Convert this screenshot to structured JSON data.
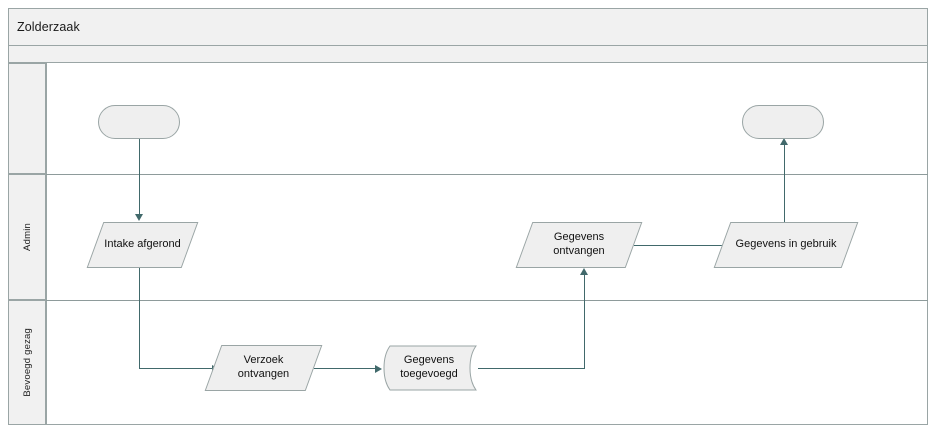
{
  "pool": {
    "title": "Zolderzaak",
    "subbar_label": ""
  },
  "lanes": [
    {
      "id": "lane-top",
      "label": ""
    },
    {
      "id": "lane-admin",
      "label": "Admin"
    },
    {
      "id": "lane-bevoegd",
      "label": "Bevoegd gezag"
    }
  ],
  "nodes": [
    {
      "id": "start-event",
      "label": "",
      "type": "event",
      "lane": "lane-top"
    },
    {
      "id": "end-event",
      "label": "",
      "type": "event",
      "lane": "lane-top"
    },
    {
      "id": "intake-afgerond",
      "label": "Intake afgerond",
      "type": "parallelogram",
      "lane": "lane-admin"
    },
    {
      "id": "gegevens-ontvangen",
      "label": "Gegevens ontvangen",
      "type": "parallelogram",
      "lane": "lane-admin"
    },
    {
      "id": "gegevens-in-gebruik",
      "label": "Gegevens in gebruik",
      "type": "parallelogram",
      "lane": "lane-admin"
    },
    {
      "id": "verzoek-ontvangen",
      "label": "Verzoek ontvangen",
      "type": "parallelogram",
      "lane": "lane-bevoegd"
    },
    {
      "id": "gegevens-toegevoegd",
      "label": "Gegevens toegevoegd",
      "type": "wavy",
      "lane": "lane-bevoegd"
    }
  ],
  "flows": [
    {
      "from": "start-event",
      "to": "intake-afgerond"
    },
    {
      "from": "intake-afgerond",
      "to": "verzoek-ontvangen"
    },
    {
      "from": "verzoek-ontvangen",
      "to": "gegevens-toegevoegd"
    },
    {
      "from": "gegevens-toegevoegd",
      "to": "gegevens-ontvangen"
    },
    {
      "from": "gegevens-ontvangen",
      "to": "gegevens-in-gebruik"
    },
    {
      "from": "gegevens-in-gebruik",
      "to": "end-event"
    }
  ],
  "colors": {
    "pool_header_fill": "#f1f1f1",
    "shape_fill": "#efefef",
    "shape_border": "#9aa5a5",
    "connector": "#41696b",
    "canvas": "#ffffff"
  }
}
